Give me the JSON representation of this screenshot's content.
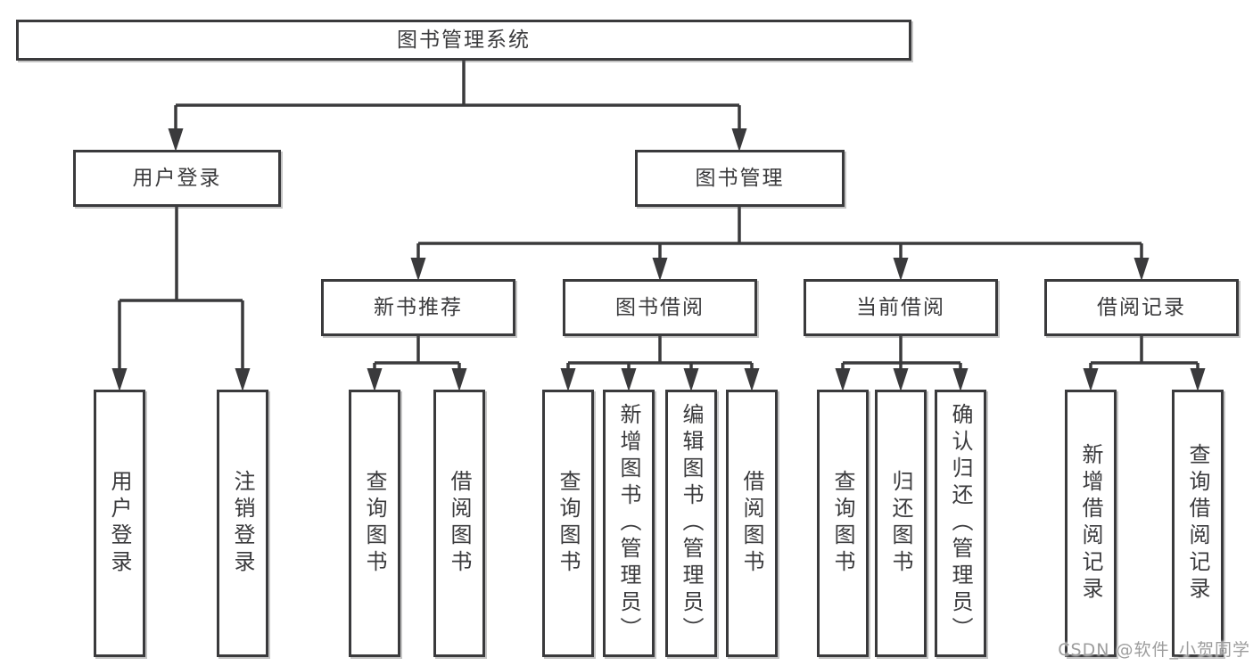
{
  "diagram_type": "hierarchy-tree",
  "nodes": {
    "root": "图书管理系统",
    "user_login": "用户登录",
    "book_management": "图书管理",
    "level3": [
      "新书推荐",
      "图书借阅",
      "当前借阅",
      "借阅记录"
    ],
    "user_login_leaves": [
      "用户登录",
      "注销登录"
    ],
    "new_books_leaves": [
      "查询图书",
      "借阅图书"
    ],
    "book_borrow_leaves": [
      "查询图书",
      "新增图书（管理员）",
      "编辑图书（管理员）",
      "借阅图书"
    ],
    "current_borrow_leaves": [
      "查询图书",
      "归还图书",
      "确认归还（管理员）"
    ],
    "borrow_records_leaves": [
      "新增借阅记录",
      "查询借阅记录"
    ]
  },
  "watermark": {
    "text": "CSDN @软件_小贺同学"
  },
  "colors": {
    "line": "#3a3a3c",
    "box_border": "#3a3a3c",
    "text": "#3b3b3d",
    "background": "#ffffff",
    "watermark": "#9d9d9d"
  }
}
